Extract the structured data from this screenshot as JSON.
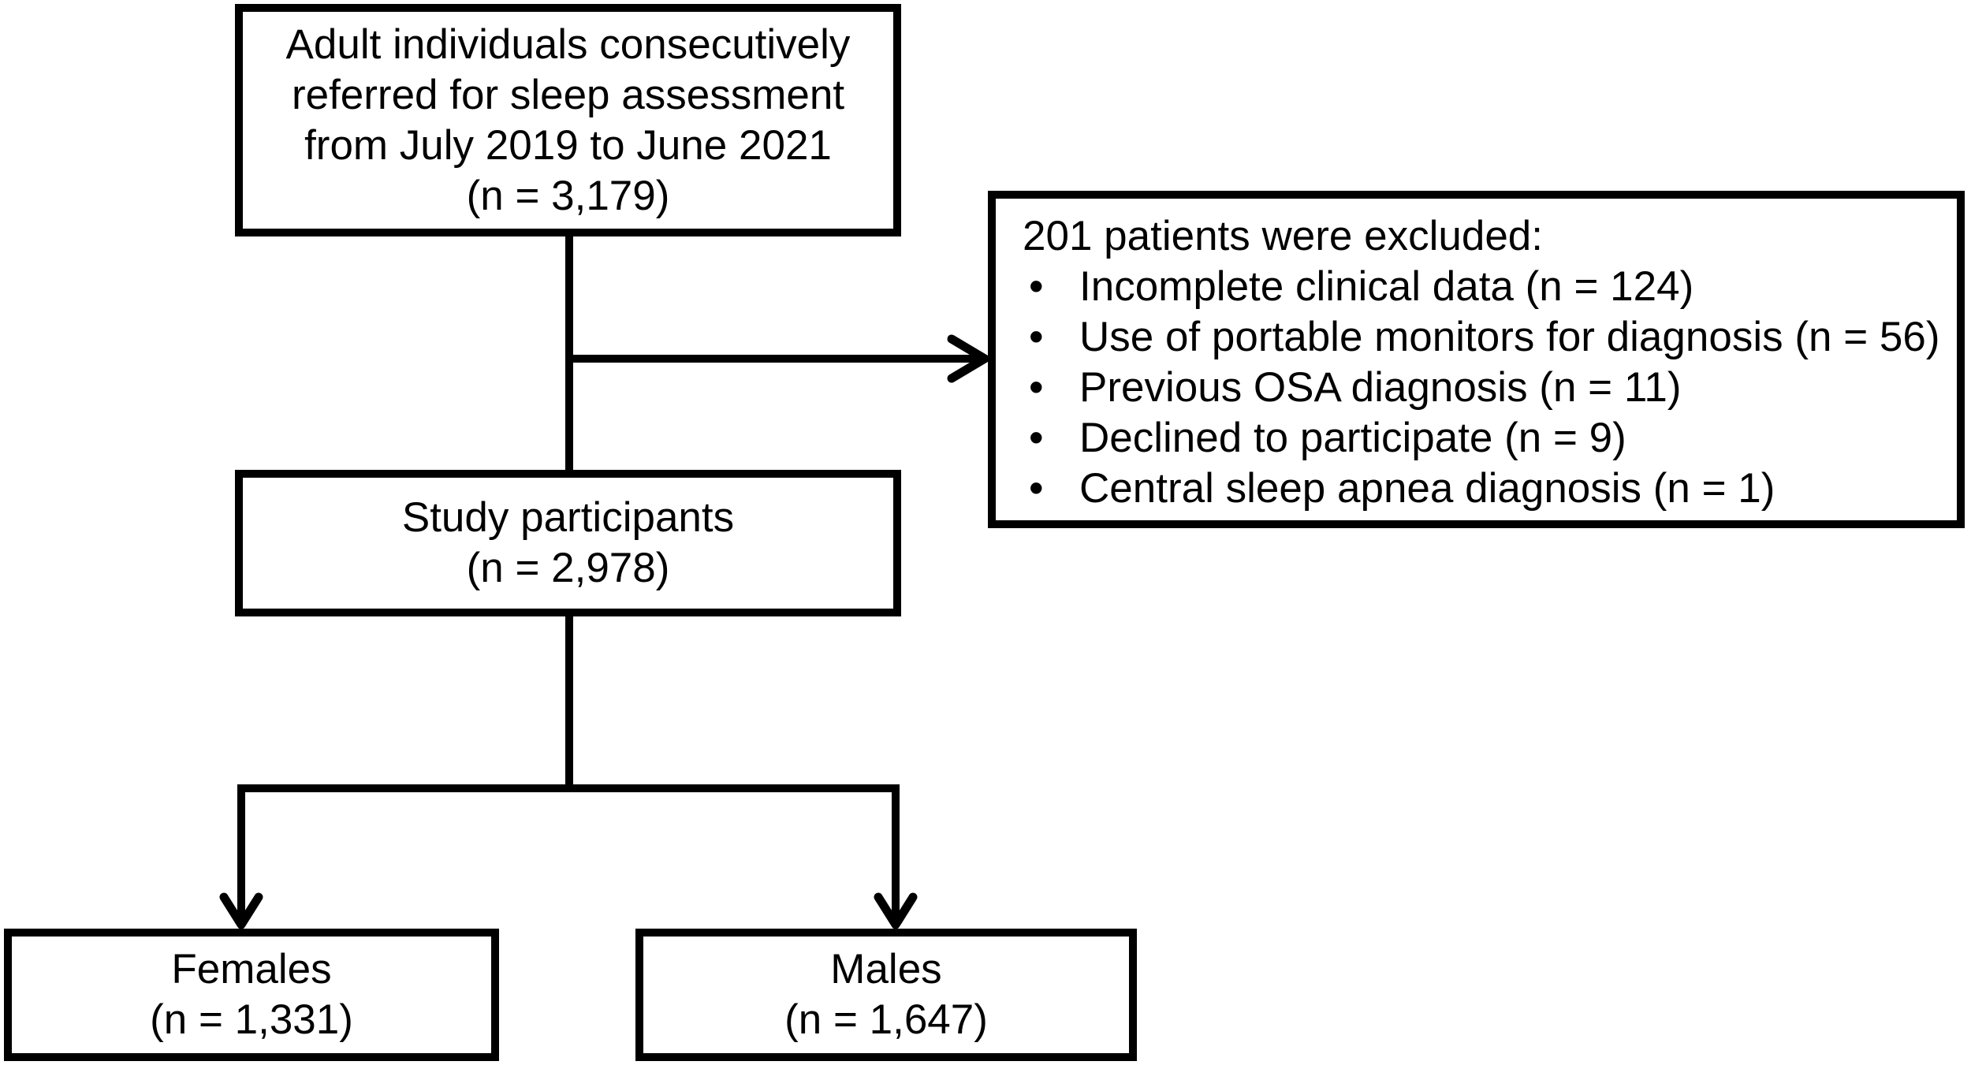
{
  "boxes": {
    "enrollment": {
      "lines": [
        "Adult individuals consecutively",
        "referred for sleep assessment",
        "from July 2019 to June 2021",
        "(n = 3,179)"
      ]
    },
    "excluded": {
      "header": "201 patients were excluded:",
      "bullet_char": "•",
      "items": [
        "Incomplete clinical data (n = 124)",
        "Use of portable monitors for diagnosis (n = 56)",
        "Previous OSA diagnosis (n = 11)",
        "Declined to participate (n = 9)",
        "Central sleep apnea diagnosis (n = 1)"
      ]
    },
    "participants": {
      "lines": [
        "Study participants",
        "(n = 2,978)"
      ]
    },
    "females": {
      "lines": [
        "Females",
        "(n = 1,331)"
      ]
    },
    "males": {
      "lines": [
        "Males",
        "(n = 1,647)"
      ]
    }
  },
  "colors": {
    "line": "#000000",
    "box_border": "#000000",
    "box_fill": "#ffffff",
    "text": "#000000",
    "background": "#ffffff"
  }
}
